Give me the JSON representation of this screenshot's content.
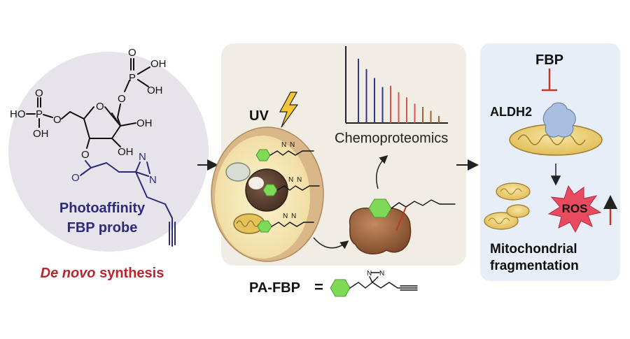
{
  "left_panel": {
    "probe_name_line1": "Photoaffinity",
    "probe_name_line2": "FBP probe",
    "synthesis_italic": "De novo",
    "synthesis_rest": " synthesis",
    "atoms": {
      "p_top": "P",
      "o_top": "O",
      "oh_top1": "OH",
      "oh_top2": "OH",
      "o_link_top": "O",
      "p_left": "P",
      "o_left": "O",
      "ho_left": "HO",
      "oh_left": "OH",
      "o_link_left": "O",
      "o_ring": "O",
      "oh_ring1": "OH",
      "oh_ring2": "OH",
      "o_ester": "O",
      "o_carbonyl": "O",
      "n1": "N",
      "n2": "N"
    }
  },
  "middle_panel": {
    "uv_label": "UV",
    "chemoproteomics_label": "Chemoproteomics",
    "equation_label": "PA-FBP",
    "equals": "=",
    "n_label": "N"
  },
  "right_panel": {
    "fbp_label": "FBP",
    "aldh2_label": "ALDH2",
    "ros_label": "ROS",
    "outcome_line1": "Mitochondrial",
    "outcome_line2": "fragmentation"
  },
  "spectrum": {
    "peaks": [
      {
        "height": 1.0,
        "color": "#2b3a8c"
      },
      {
        "height": 0.84,
        "color": "#2b3a8c"
      },
      {
        "height": 0.7,
        "color": "#2b3a8c"
      },
      {
        "height": 0.56,
        "color": "#2b3a8c"
      },
      {
        "height": 0.58,
        "color": "#d9534f"
      },
      {
        "height": 0.48,
        "color": "#d9534f"
      },
      {
        "height": 0.4,
        "color": "#d9534f"
      },
      {
        "height": 0.3,
        "color": "#d9534f"
      },
      {
        "height": 0.25,
        "color": "#a0662b"
      },
      {
        "height": 0.19,
        "color": "#a0662b"
      },
      {
        "height": 0.11,
        "color": "#a0662b"
      }
    ]
  },
  "colors": {
    "left_bg": "#e6e3ea",
    "middle_bg": "#f1ede5",
    "right_bg": "#e8eef8",
    "probe_blue": "#2e2a7a",
    "synthesis_red": "#b8252b",
    "hexagon_green": "#7ed957",
    "inhibit_red": "#c0392b",
    "ros_red": "#e84a5f"
  }
}
